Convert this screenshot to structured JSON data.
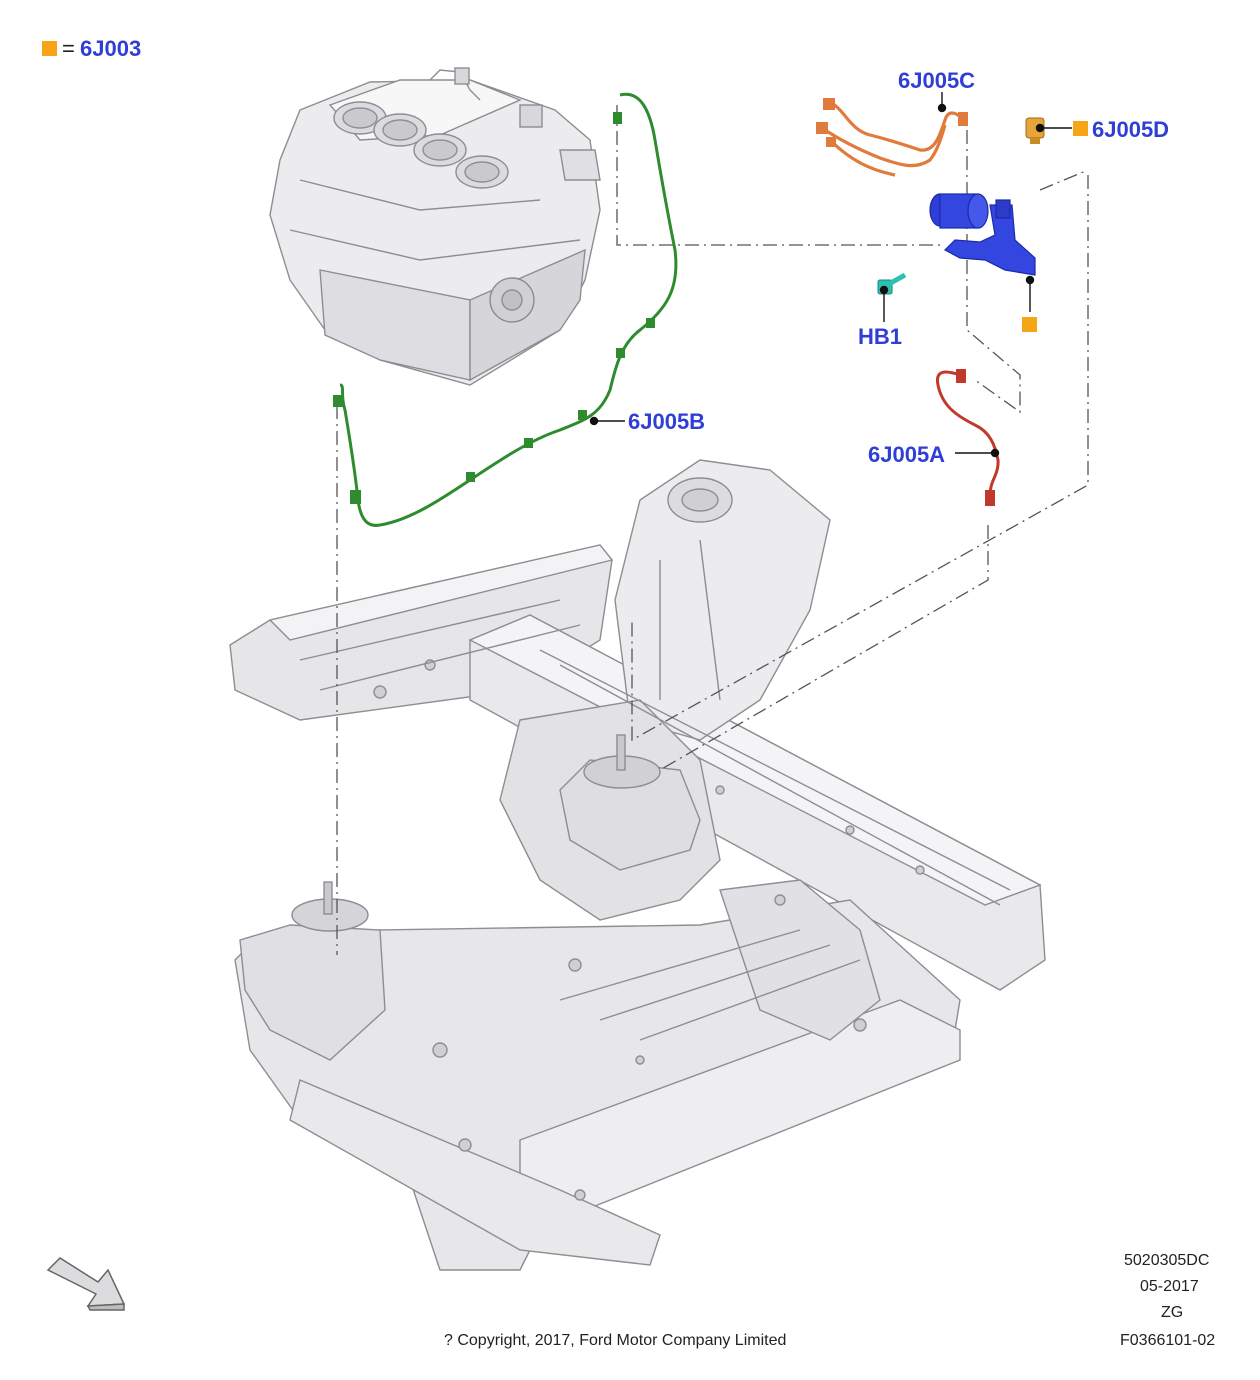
{
  "legend": {
    "eq": "=",
    "code": "6J003",
    "color": "#f5a516"
  },
  "labels": {
    "c": "6J005C",
    "d": "6J005D",
    "hb1": "HB1",
    "b": "6J005B",
    "a": "6J005A"
  },
  "colors": {
    "label": "#2f3fd6",
    "harness_b": "#2e8b2e",
    "harness_c": "#e07b3c",
    "harness_a": "#c0392b",
    "sensor_blue": "#3346e0",
    "bolt": "#2cc0b0",
    "part_grey": "#e4e4e6",
    "line_grey": "#9a9a9e"
  },
  "meta": {
    "code1": "5020305DC",
    "date": "05-2017",
    "region": "ZG",
    "figure": "F0366101-02"
  },
  "copyright": "? Copyright, 2017, Ford Motor Company Limited",
  "icons": [
    "direction-arrow-icon",
    "marker-square-icon"
  ]
}
